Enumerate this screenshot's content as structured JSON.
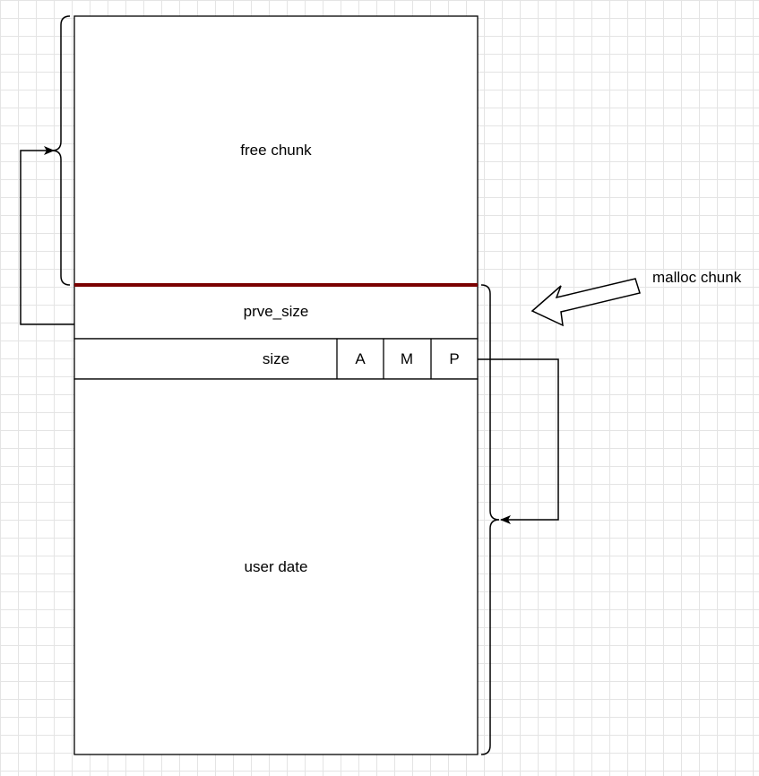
{
  "diagram": {
    "free_chunk_label": "free chunk",
    "prev_size_label": "prve_size",
    "size_label": "size",
    "flag_a": "A",
    "flag_m": "M",
    "flag_p": "P",
    "user_data_label": "user date",
    "malloc_chunk_label": "malloc chunk"
  },
  "colors": {
    "boundary_line": "#7a0000",
    "grid": "#e4e4e4"
  }
}
